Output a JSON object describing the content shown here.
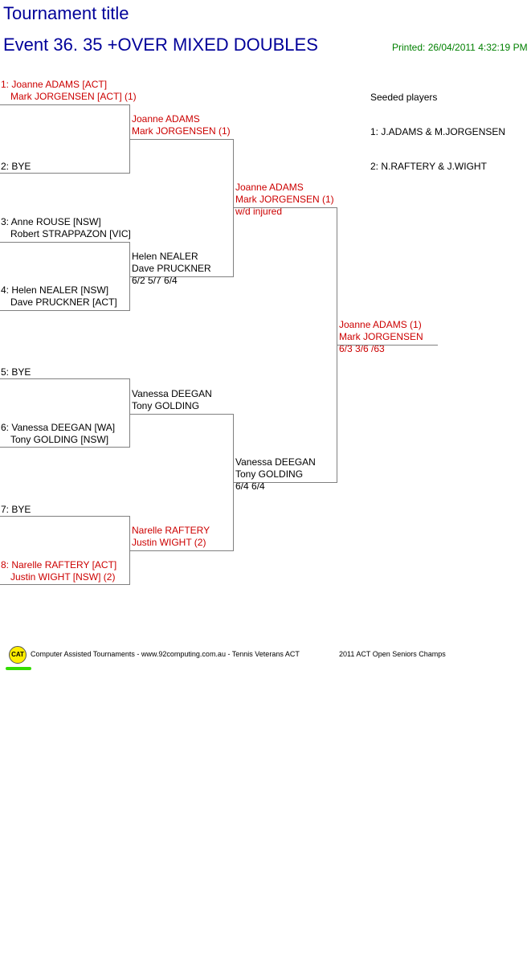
{
  "header": {
    "tournament_title": "Tournament title",
    "event_title": "Event 36. 35  +OVER MIXED DOUBLES",
    "printed": "Printed: 26/04/2011 4:32:19 PM"
  },
  "seeded": {
    "heading": "Seeded players",
    "items": [
      "1: J.ADAMS & M.JORGENSEN",
      "2: N.RAFTERY & J.WIGHT"
    ]
  },
  "round1": [
    {
      "line1": "1: Joanne ADAMS [ACT]",
      "line2": "Mark JORGENSEN [ACT] (1)"
    },
    {
      "line1": "2: BYE",
      "line2": ""
    },
    {
      "line1": "3: Anne ROUSE [NSW]",
      "line2": "Robert STRAPPAZON [VIC]"
    },
    {
      "line1": "4: Helen NEALER [NSW]",
      "line2": "Dave PRUCKNER [ACT]"
    },
    {
      "line1": "5: BYE",
      "line2": ""
    },
    {
      "line1": "6: Vanessa DEEGAN [WA]",
      "line2": "Tony GOLDING [NSW]"
    },
    {
      "line1": "7: BYE",
      "line2": ""
    },
    {
      "line1": "8: Narelle RAFTERY [ACT]",
      "line2": "Justin WIGHT [NSW] (2)"
    }
  ],
  "round2": [
    {
      "line1": "Joanne ADAMS",
      "line2": "Mark JORGENSEN (1)",
      "score": ""
    },
    {
      "line1": "Helen NEALER",
      "line2": "Dave PRUCKNER",
      "score": "6/2 5/7 6/4"
    },
    {
      "line1": "Vanessa DEEGAN",
      "line2": "Tony GOLDING",
      "score": ""
    },
    {
      "line1": "Narelle RAFTERY",
      "line2": "Justin WIGHT (2)",
      "score": ""
    }
  ],
  "round3": [
    {
      "line1": "Joanne ADAMS",
      "line2": "Mark JORGENSEN (1)",
      "score": "w/d injured"
    },
    {
      "line1": "Vanessa DEEGAN",
      "line2": "Tony GOLDING",
      "score": "6/4 6/4"
    }
  ],
  "final": {
    "line1": "Joanne ADAMS (1)",
    "line2": "Mark JORGENSEN",
    "score": "6/3 3/6 /63"
  },
  "footer": {
    "logo_text": "CAT",
    "credit": "Computer Assisted Tournaments - www.92computing.com.au -  Tennis Veterans ACT",
    "event_name": "2011 ACT Open Seniors Champs"
  }
}
